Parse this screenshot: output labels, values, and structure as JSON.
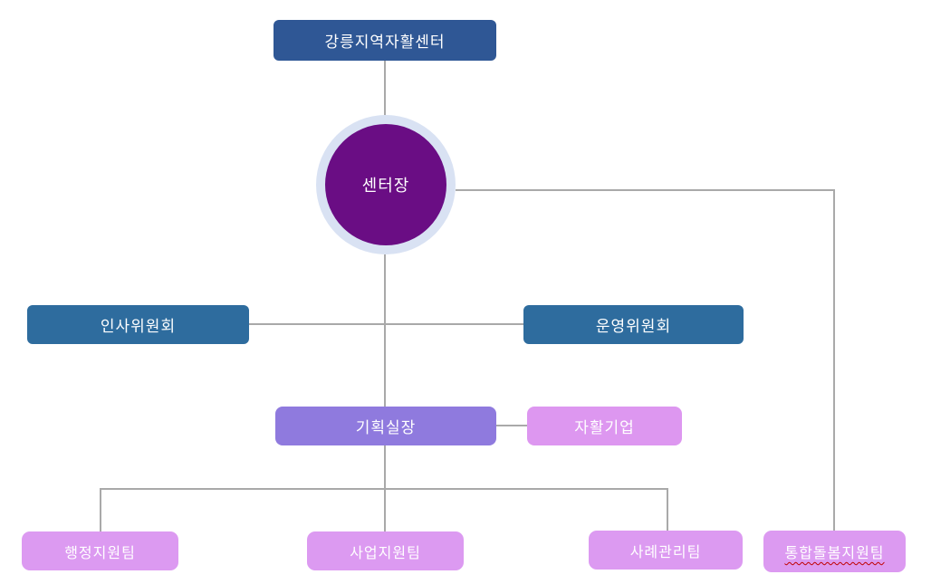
{
  "diagram": {
    "title": "organization-chart",
    "root": {
      "label": "강릉지역자활센터"
    },
    "director": {
      "label": "센터장"
    },
    "left_committee": {
      "label": "인사위원회"
    },
    "right_committee": {
      "label": "운영위원회"
    },
    "planning": {
      "label": "기획실장"
    },
    "enterprise": {
      "label": "자활기업"
    },
    "teams": [
      {
        "label": "행정지원팀",
        "spellcheck_marked": false
      },
      {
        "label": "사업지원팀",
        "spellcheck_marked": false
      },
      {
        "label": "사례관리팀",
        "spellcheck_marked": false
      },
      {
        "label": "통합돌봄지원팀",
        "spellcheck_marked": true
      }
    ],
    "colors": {
      "root_box": "#2f5795",
      "committee_box": "#2e6c9e",
      "director_circle": "#6a0d84",
      "director_ring": "#d9e2f3",
      "planning_box": "#8f7ade",
      "enterprise_box": "#dd97f0",
      "team_box": "#dc9af1",
      "connector": "#a9a9a9",
      "text": "#ffffff",
      "spellcheck_underline": "#c00000"
    }
  }
}
